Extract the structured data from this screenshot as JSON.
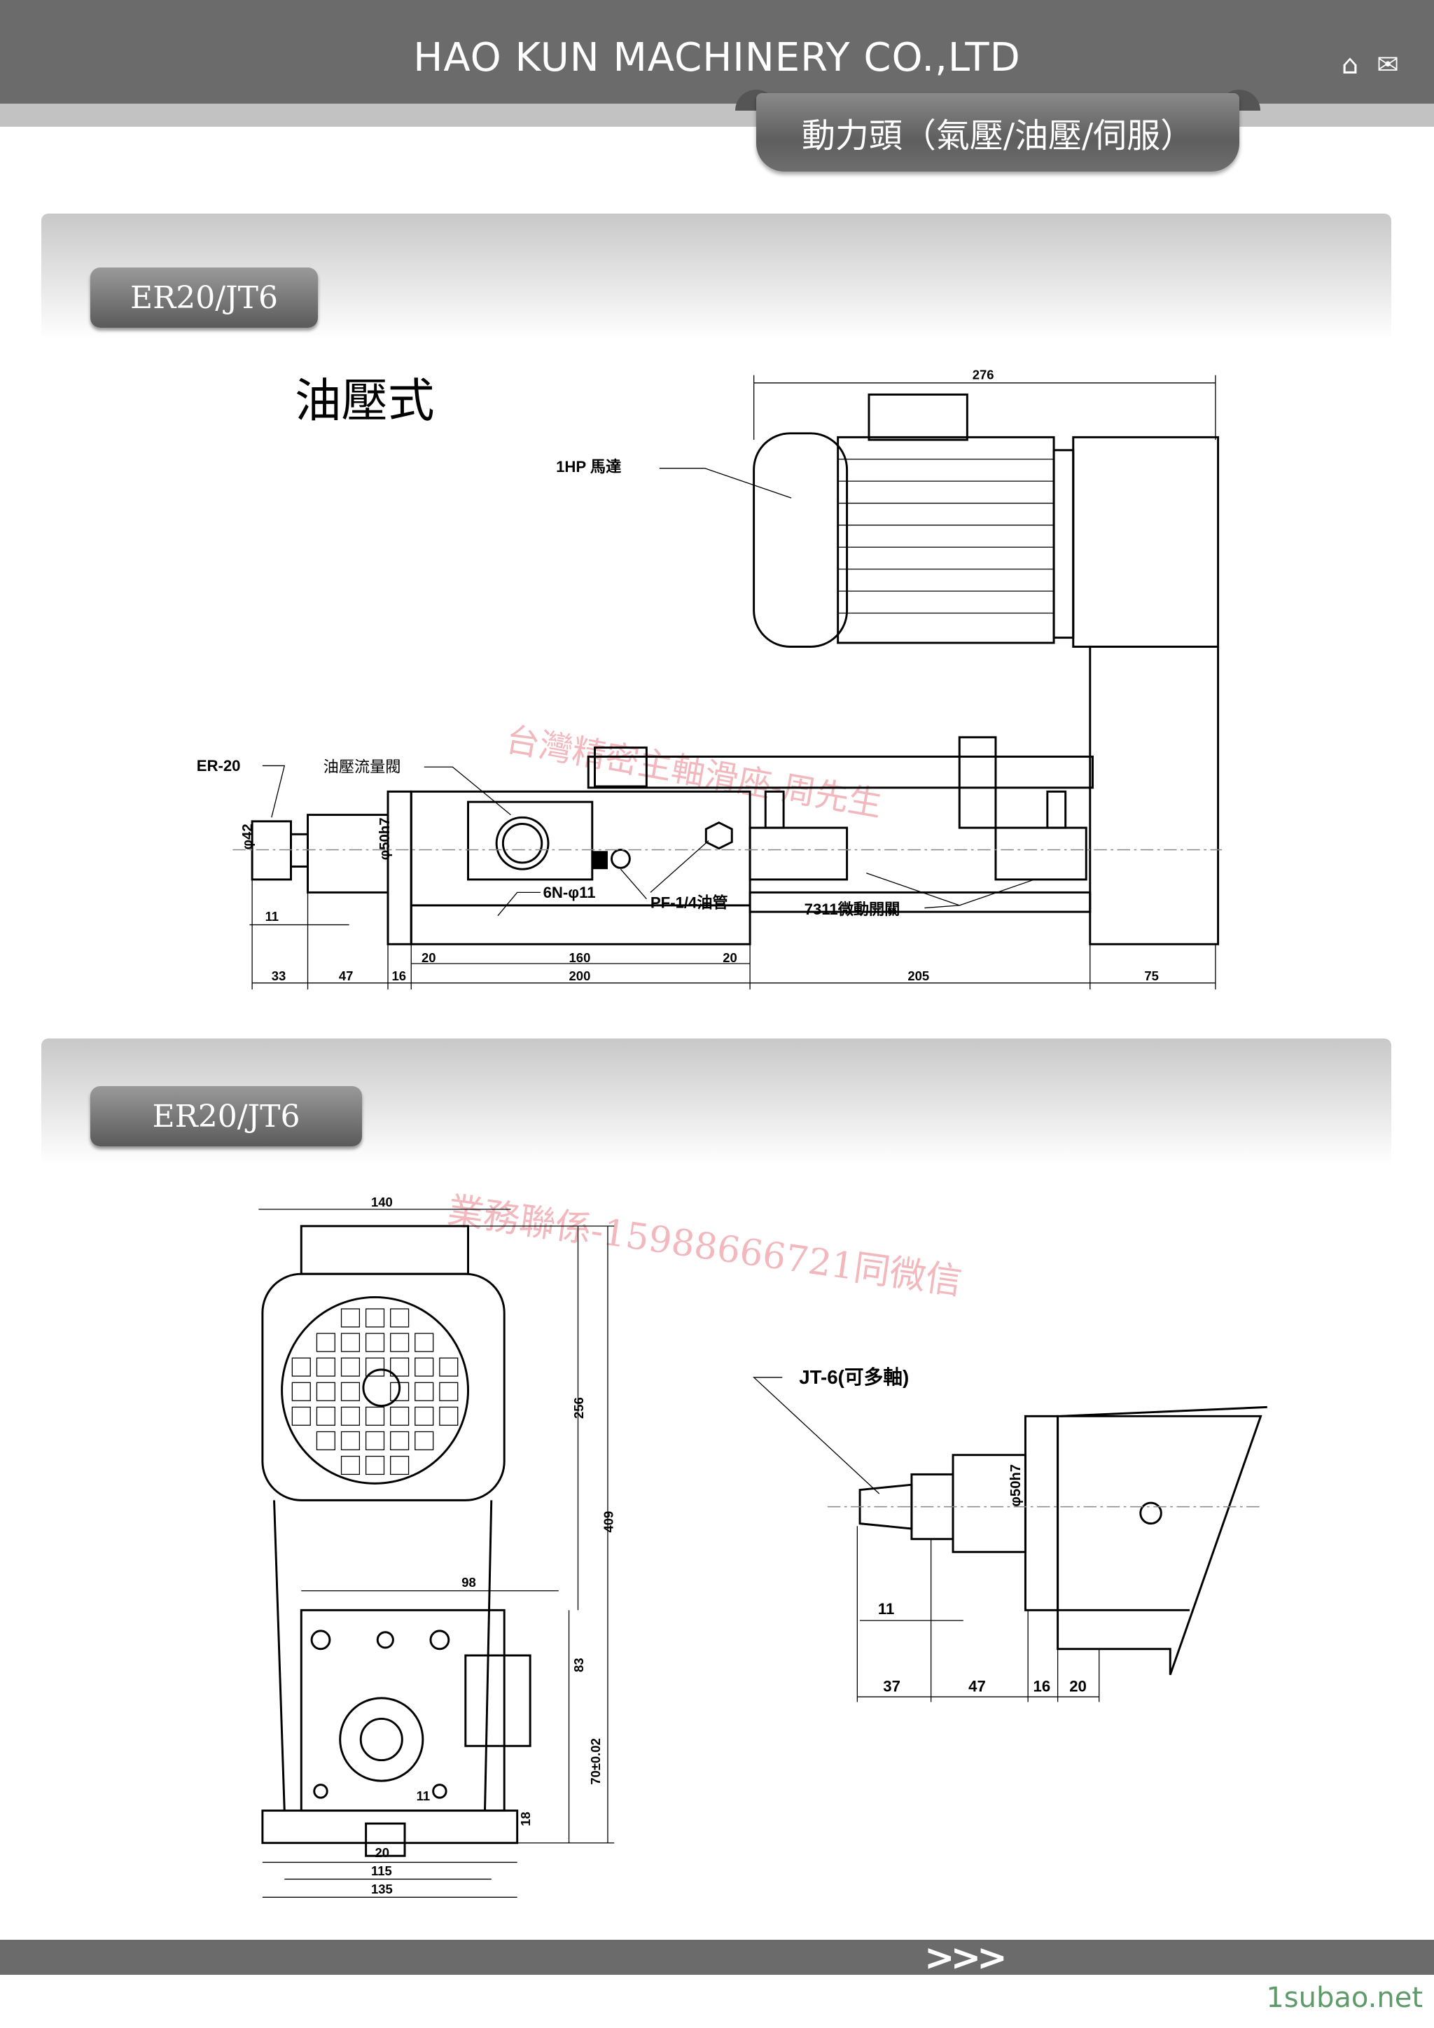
{
  "header": {
    "company": "HAO KUN MACHINERY CO.,LTD",
    "home_icon": "home-icon",
    "mail_icon": "mail-icon",
    "category": "動力頭（氣壓/油壓/伺服）"
  },
  "section1": {
    "tab": "ER20/JT6",
    "title": "油壓式",
    "watermark": "台灣精密主軸滑座-周先生",
    "labels": {
      "motor": "1HP  馬達",
      "er20": "ER-20",
      "valve": "油壓流量閥",
      "phi42": "φ42",
      "phi50": "φ50h7",
      "holes": "6N-φ11",
      "pipe": "PF-1/4油管",
      "switch": "7311微動開關"
    },
    "dims": {
      "d276": "276",
      "d11": "11",
      "d20a": "20",
      "d160": "160",
      "d20b": "20",
      "d33": "33",
      "d47": "47",
      "d16": "16",
      "d200": "200",
      "d205": "205",
      "d75": "75"
    }
  },
  "section2": {
    "tab": "ER20/JT6",
    "watermark": "業務聯係-15988666721同微信",
    "dims": {
      "d140": "140",
      "d256": "256",
      "d409": "409",
      "d98": "98",
      "d83": "83",
      "d70": "70±0.02",
      "d18": "18",
      "d11": "11",
      "d20": "20",
      "d115": "115",
      "d135": "135"
    },
    "detail": {
      "label": "JT-6(可多軸)",
      "phi50": "φ50h7",
      "d11": "11",
      "d37": "37",
      "d47": "47",
      "d16": "16",
      "d20": "20"
    }
  },
  "footer": {
    "arrows": ">>>",
    "site": "1subao.net"
  }
}
